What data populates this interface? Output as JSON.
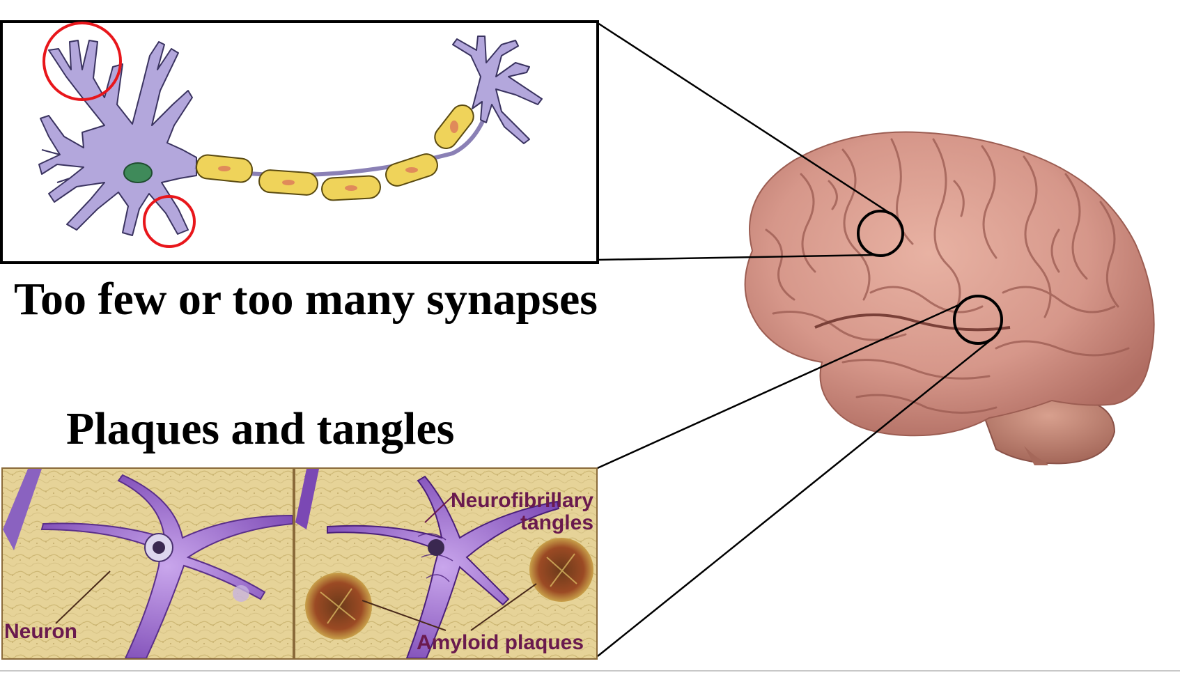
{
  "captions": {
    "synapses": "Too few or too many synapses",
    "plaques": "Plaques and tangles"
  },
  "labels": {
    "neurofibrillary_line1": "Neurofibrillary",
    "neurofibrillary_line2": "tangles",
    "neuron": "Neuron",
    "amyloid": "Amyloid plaques"
  },
  "colors": {
    "neuron_fill": "#b3a7dc",
    "myelin": "#efd35a",
    "nucleus": "#3f8a5a",
    "highlight_circle": "#e8161b",
    "brain": "#d99a8a",
    "tissue_bg": "#e6d398",
    "stained_neuron": "#7b48b4",
    "label_text": "#6a1a4e"
  }
}
